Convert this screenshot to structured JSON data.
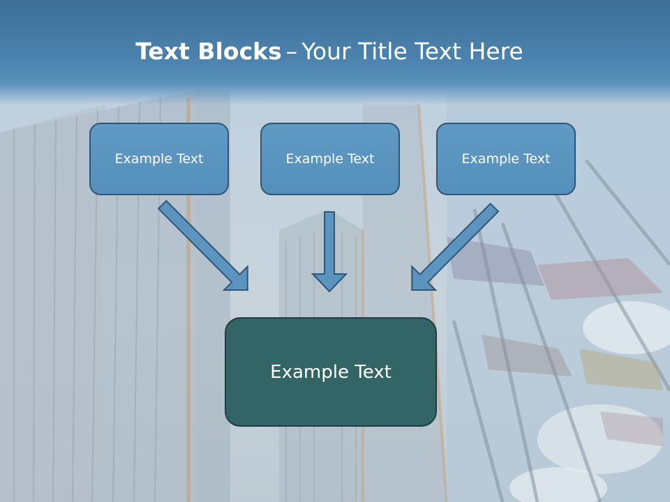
{
  "slide": {
    "title_strong": "Text Blocks",
    "title_separator": "–",
    "title_rest": "Your Title Text Here",
    "blocks": [
      {
        "label": "Example Text"
      },
      {
        "label": "Example Text"
      },
      {
        "label": "Example Text"
      }
    ],
    "main_block": {
      "label": "Example Text"
    }
  },
  "colors": {
    "title_band": "#4b82ad",
    "block_fill": "#5a94bf",
    "block_border": "#2f5677",
    "main_fill": "#336466",
    "arrow_fill": "#5a94bf",
    "arrow_stroke": "#2f5677"
  }
}
